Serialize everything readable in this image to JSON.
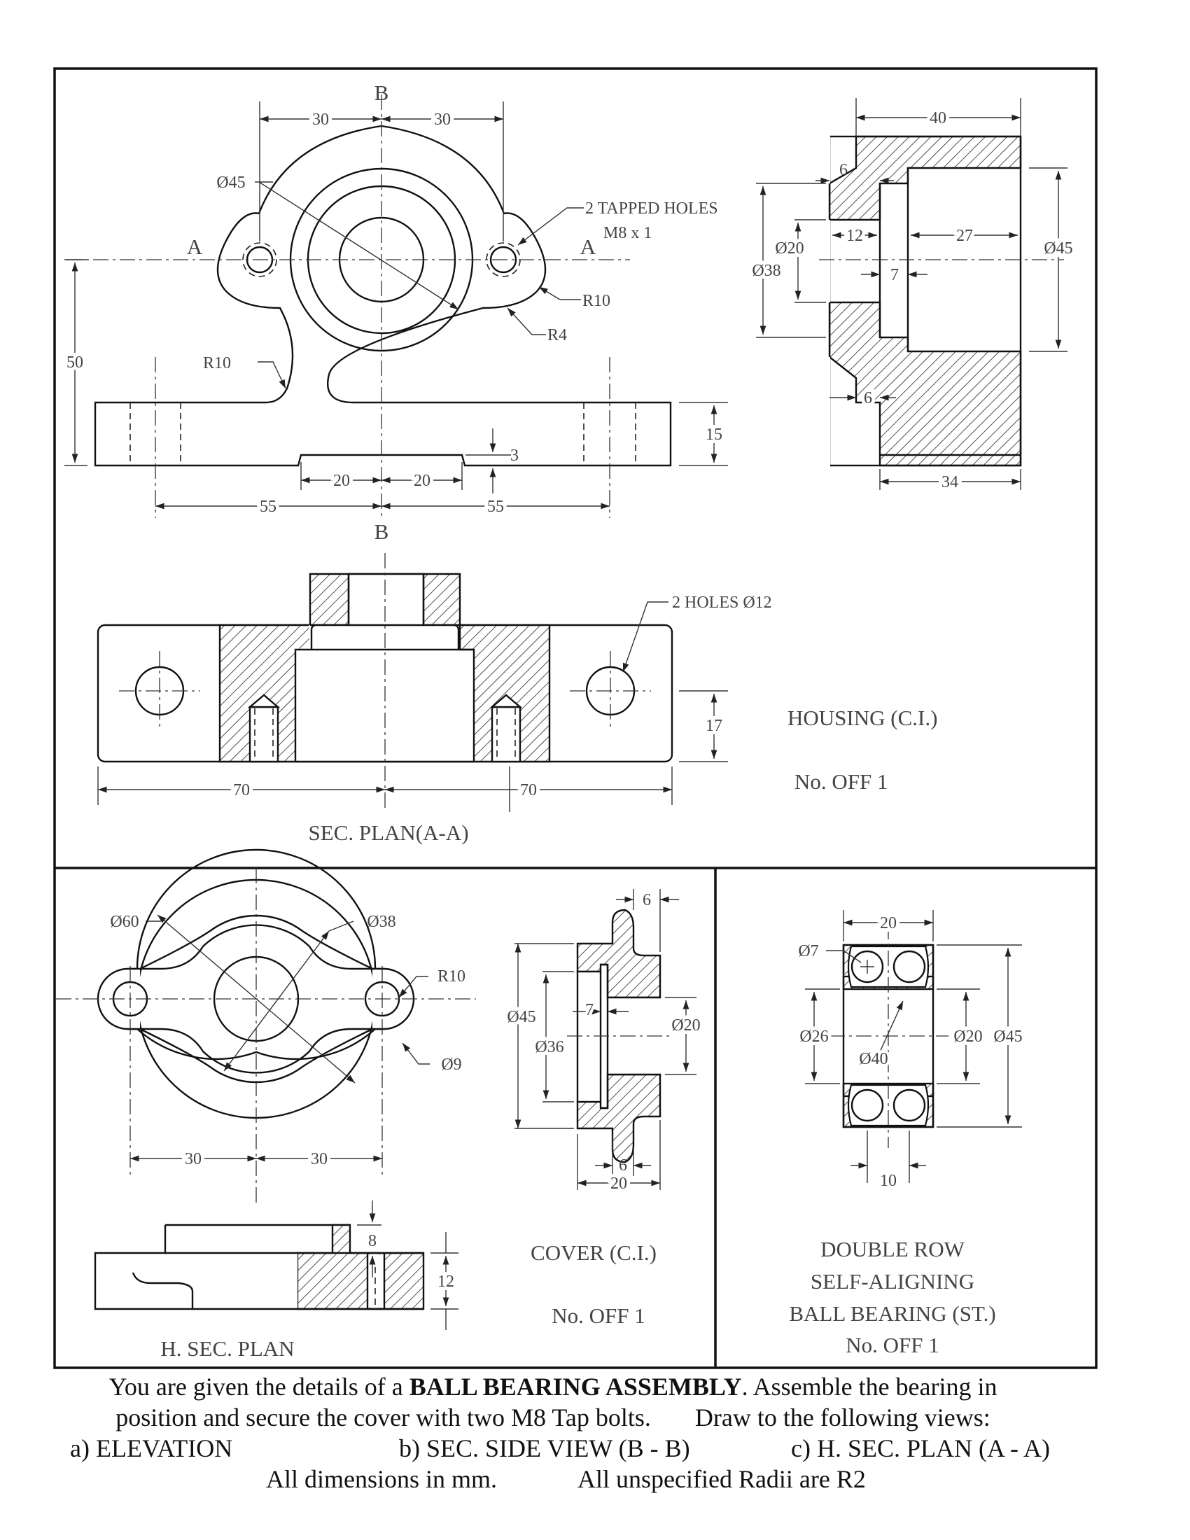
{
  "housing": {
    "section_b": "B",
    "section_a": "A",
    "elevation_dims": [
      "30",
      "30",
      "50",
      "15",
      "20",
      "20",
      "55",
      "55",
      "3"
    ],
    "notes": {
      "dia45": "Ø45",
      "tapped_holes": "2 TAPPED HOLES",
      "tapped_spec": "M8 x 1",
      "r10_right": "R10",
      "r4": "R4",
      "r10_left": "R10"
    },
    "side_dims": {
      "w40": "40",
      "t6_top": "6",
      "d12": "12",
      "d27": "27",
      "dia20": "Ø20",
      "dia38": "Ø38",
      "dia45": "Ø45",
      "d7": "7",
      "t6_bot": "6",
      "w34": "34"
    },
    "plan_note": "2 HOLES Ø12",
    "plan_dims": [
      "17",
      "70",
      "70"
    ],
    "plan_title": "SEC. PLAN(A-A)",
    "part_name": "HOUSING  (C.I.)",
    "qty": "No. OFF 1"
  },
  "cover": {
    "notes": {
      "dia60": "Ø60",
      "dia38": "Ø38",
      "r10": "R10",
      "dia9": "Ø9"
    },
    "plan_dims": [
      "30",
      "30"
    ],
    "section_dims": {
      "d8": "8",
      "d12": "12"
    },
    "section_title": "H. SEC.  PLAN",
    "side_dims": {
      "t6": "6",
      "dia45": "Ø45",
      "dia36": "Ø36",
      "d7": "7",
      "dia20": "Ø20",
      "t6b": "6",
      "w20": "20"
    },
    "part_name": "COVER  (C.I.)",
    "qty": "No. OFF 1"
  },
  "bearing": {
    "dims": {
      "w20": "20",
      "dia7": "Ø7",
      "dia26": "Ø26",
      "dia40": "Ø40",
      "dia20": "Ø20",
      "dia45": "Ø45",
      "w10": "10"
    },
    "name_line1": "DOUBLE ROW",
    "name_line2": "SELF-ALIGNING",
    "name_line3": "BALL BEARING  (ST.)",
    "qty": "No. OFF 1"
  },
  "instructions": {
    "line1_pre": "You are given the details of a ",
    "line1_bold": "BALL BEARING ASSEMBLY",
    "line1_post": ".  Assemble the bearing in",
    "line2": "position and secure the cover with two M8 Tap bolts.       Draw to the following views:",
    "view_a": "a) ELEVATION",
    "view_b": "b) SEC. SIDE VIEW (B - B)",
    "view_c": "c) H. SEC. PLAN (A - A)",
    "line4a": "All dimensions in mm.",
    "line4b": "All unspecified Radii are R2"
  }
}
